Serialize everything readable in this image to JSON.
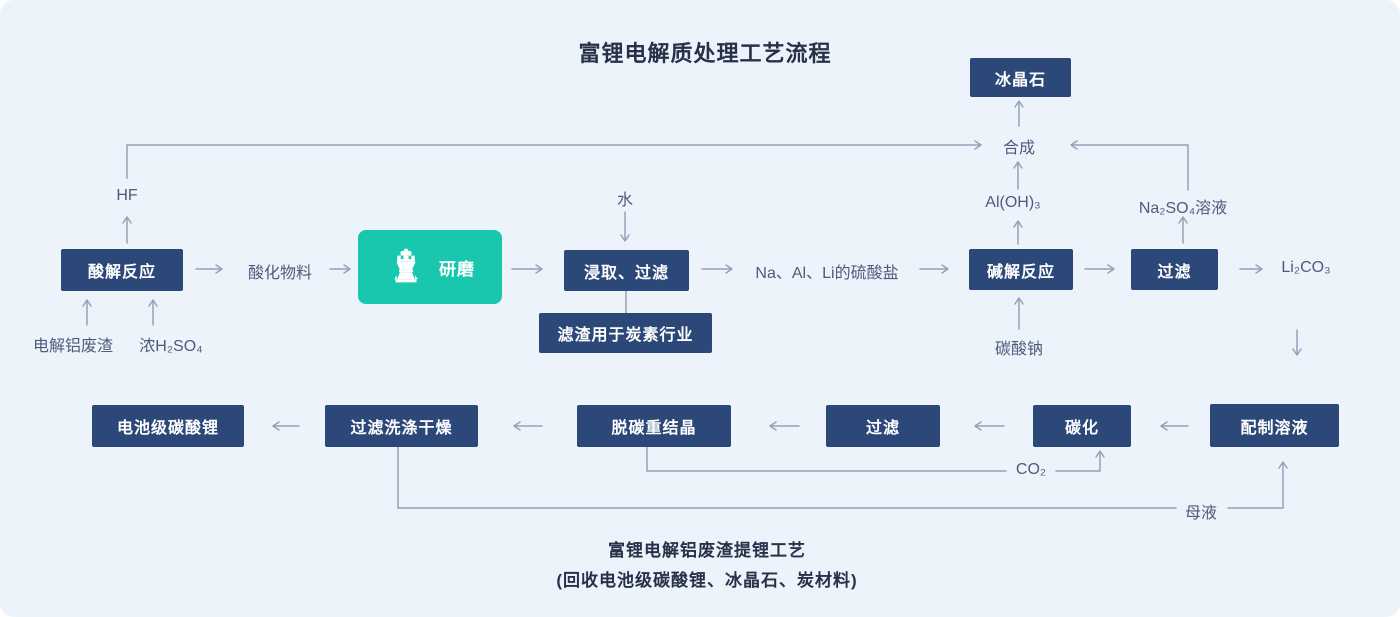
{
  "title": "富锂电解质处理工艺流程",
  "boxes": {
    "bingjingshi": "冰晶石",
    "suanjie": "酸解反应",
    "yanmo": "研磨",
    "jinqu": "浸取、过滤",
    "lvzha": "滤渣用于炭素行业",
    "jianjie": "碱解反应",
    "guolv1": "过滤",
    "dianchiji": "电池级碳酸锂",
    "guolvxidi": "过滤洗涤干燥",
    "tuotan": "脱碳重结晶",
    "guolv2": "过滤",
    "tanhua": "碳化",
    "peizhi": "配制溶液"
  },
  "labels": {
    "hf": "HF",
    "dianjielv": "电解铝废渣",
    "h2so4": "浓H₂SO₄",
    "suanhua": "酸化物料",
    "shui": "水",
    "liusuanyan": "Na、Al、Li的硫酸盐",
    "tansuanna": "碳酸钠",
    "aloh3": "Al(OH)₃",
    "na2so4": "Na₂SO₄溶液",
    "hecheng": "合成",
    "li2co3": "Li₂CO₃",
    "co2": "CO₂",
    "muye": "母液"
  },
  "captions": {
    "line1": "富锂电解铝废渣提锂工艺",
    "line2": "(回收电池级碳酸锂、冰晶石、炭材料)"
  },
  "colors": {
    "background": "#edf3fb",
    "box": "#2c4878",
    "accent": "#19c7ae",
    "line": "#93a2b8",
    "label": "#4e5c7c",
    "heading": "#27324a"
  }
}
